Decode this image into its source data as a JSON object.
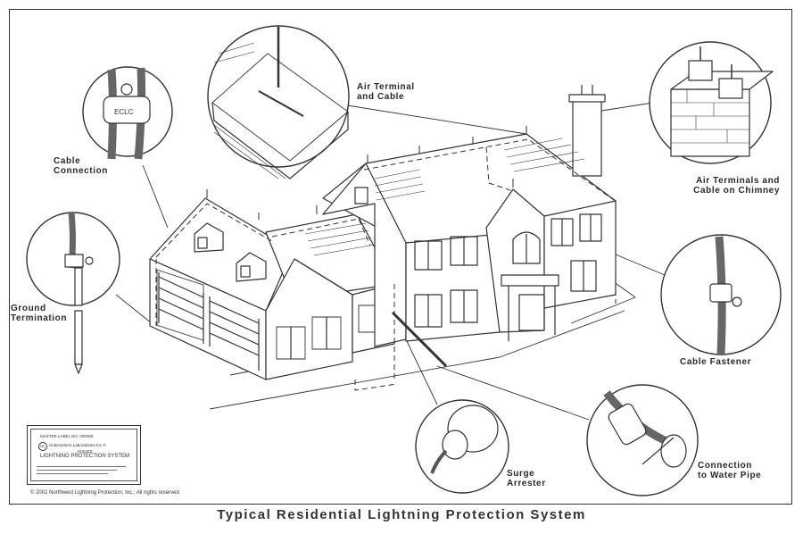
{
  "title": "Typical Residential Lightning Protection System",
  "copyright": "© 2002 Northwest Lightning Protection, Inc.; All rights reserved",
  "labels": {
    "air_terminal_cable": "Air Terminal\nand Cable",
    "cable_connection": "Cable\nConnection",
    "air_terminals_chimney": "Air Terminals and\nCable on Chimney",
    "ground_termination": "Ground\nTermination",
    "cable_fastener": "Cable Fastener",
    "surge_arrester": "Surge\nArrester",
    "connection_water_pipe": "Connection\nto Water Pipe"
  },
  "ul_plate": {
    "label_no": "MASTER LABEL NO. 000000",
    "lab": "Underwriters Laboratories Inc.®",
    "issued": "ISSUED",
    "system": "LIGHTNING PROTECTION SYSTEM"
  },
  "icons": {
    "ul_mark": "UL",
    "clamp_text": "ECLC"
  },
  "colors": {
    "line": "#333333",
    "paper": "#ffffff"
  }
}
